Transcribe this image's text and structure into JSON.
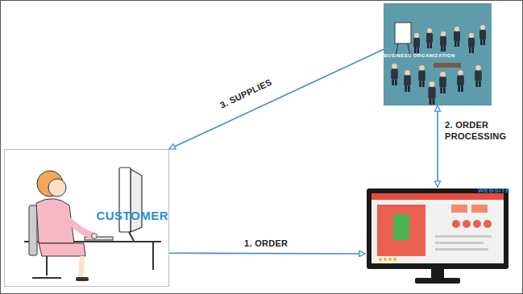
{
  "diagram": {
    "nodes": [
      {
        "text": [
          "CUSTOMER"
        ]
      },
      {
        "text": [
          "BUSINESS ORGANIZATION"
        ]
      },
      {
        "text": [
          "WEBSITE"
        ]
      }
    ],
    "edges": [
      {
        "from": 0,
        "to": 2,
        "label": "1. ORDER",
        "arrow": "to"
      },
      {
        "from": 1,
        "to": 2,
        "label": "2. ORDER PROCESSING",
        "arrow": "both"
      },
      {
        "from": 1,
        "to": 0,
        "label": "3. SUPPLIES",
        "arrow": "to"
      }
    ]
  }
}
